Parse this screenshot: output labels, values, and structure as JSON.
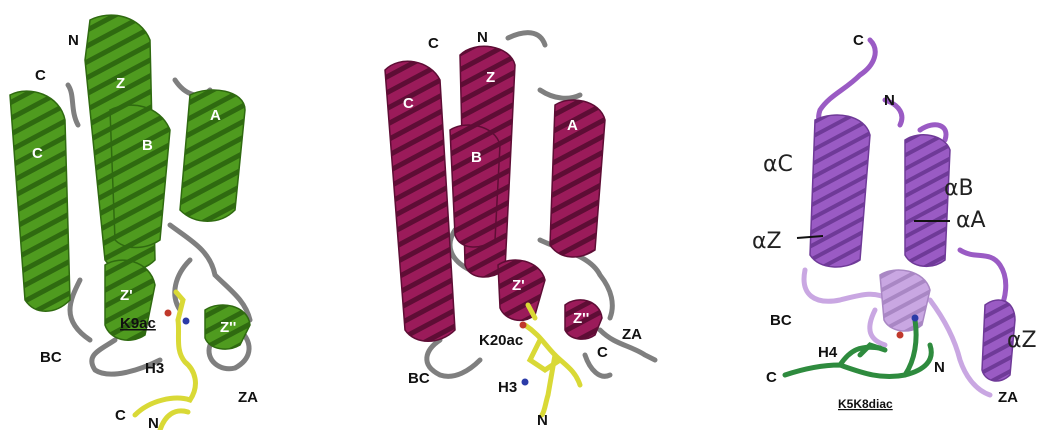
{
  "colors": {
    "green_helix": "#4f9b1f",
    "green_dark": "#2f6a10",
    "magenta_helix": "#9b1b5a",
    "magenta_dark": "#6a0f3c",
    "purple_helix": "#9a5bc4",
    "purple_light": "#c9a7e2",
    "loop_gray": "#8a8a8a",
    "ligand_yellow": "#d9d936",
    "ligand_green": "#2e8b3e"
  },
  "panels": [
    {
      "helices": [
        "Z",
        "A",
        "B",
        "C",
        "Z'",
        "Z''"
      ],
      "termini": [
        "N",
        "C"
      ],
      "loops": [
        "BC",
        "ZA"
      ],
      "ligand": {
        "chain": "H3",
        "site": "K9ac",
        "termini": [
          "C",
          "N"
        ]
      }
    },
    {
      "helices": [
        "Z",
        "A",
        "B",
        "C",
        "Z'",
        "Z''"
      ],
      "termini": [
        "N",
        "C"
      ],
      "loops": [
        "BC",
        "ZA"
      ],
      "ligand": {
        "chain": "H3",
        "site": "K20ac",
        "termini": [
          "C",
          "N"
        ]
      }
    },
    {
      "helices": [
        "αC",
        "αB",
        "αA",
        "αZ",
        "αZ"
      ],
      "termini": [
        "C",
        "N"
      ],
      "loops": [
        "BC",
        "ZA"
      ],
      "ligand": {
        "chain": "H4",
        "site": "K5K8diac",
        "termini": [
          "C",
          "N"
        ]
      }
    }
  ]
}
